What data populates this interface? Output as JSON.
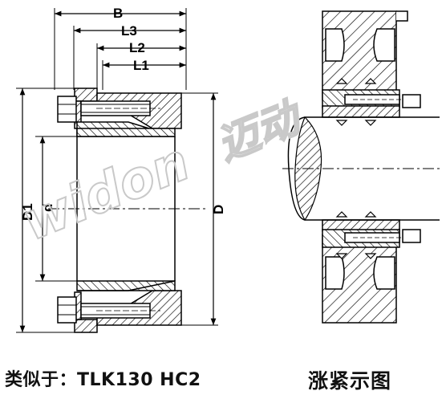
{
  "dimensions": {
    "B": "B",
    "L3": "L3",
    "L2": "L2",
    "L1": "L1",
    "D1": "D1",
    "d": "d",
    "D": "D"
  },
  "watermark": {
    "text": "widon",
    "cn": "迈动"
  },
  "caption": {
    "model": "类似于：TLK130  HC2",
    "installation": "涨紧示图"
  }
}
